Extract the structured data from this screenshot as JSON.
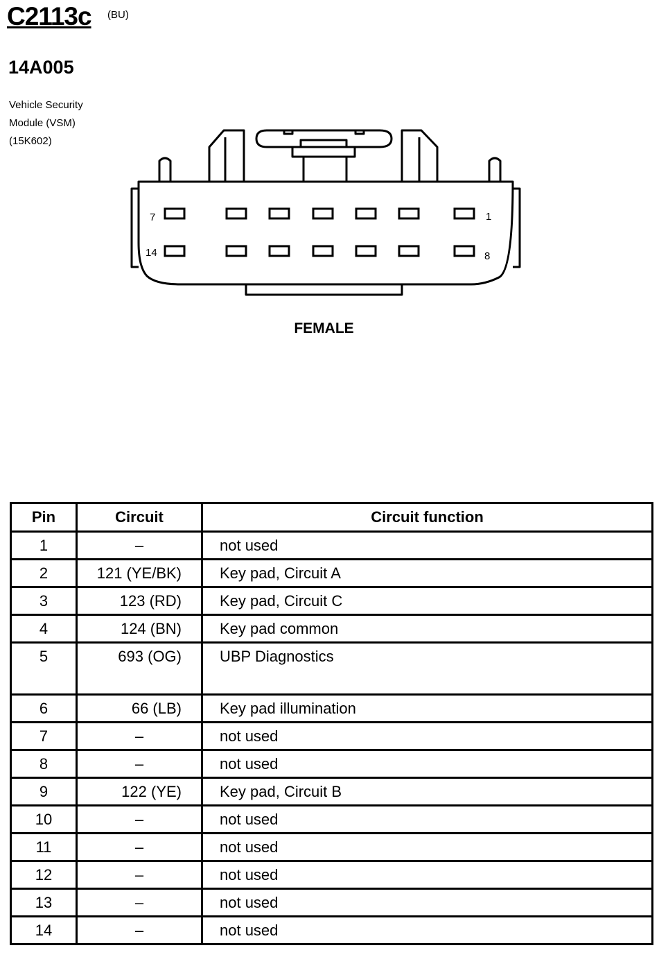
{
  "connector": {
    "id": "C2113c",
    "color_code": "(BU)",
    "part_number": "14A005",
    "description": [
      "Vehicle Security",
      "Module (VSM)",
      "(15K602)"
    ],
    "gender": "FEMALE",
    "pin_labels": {
      "top_left": "7",
      "top_right": "1",
      "bottom_left": "14",
      "bottom_right": "8"
    }
  },
  "table": {
    "headers": {
      "pin": "Pin",
      "circuit": "Circuit",
      "function": "Circuit function"
    },
    "rows": [
      {
        "pin": "1",
        "circuit": "–",
        "function": "not used"
      },
      {
        "pin": "2",
        "circuit": "121 (YE/BK)",
        "function": "Key pad, Circuit A"
      },
      {
        "pin": "3",
        "circuit": "123 (RD)",
        "function": "Key pad, Circuit C"
      },
      {
        "pin": "4",
        "circuit": "124 (BN)",
        "function": "Key pad common"
      },
      {
        "pin": "5",
        "circuit": "693 (OG)",
        "function": "UBP Diagnostics"
      },
      {
        "pin": "6",
        "circuit": "66 (LB)",
        "function": "Key pad illumination"
      },
      {
        "pin": "7",
        "circuit": "–",
        "function": "not used"
      },
      {
        "pin": "8",
        "circuit": "–",
        "function": "not used"
      },
      {
        "pin": "9",
        "circuit": "122 (YE)",
        "function": "Key pad, Circuit B"
      },
      {
        "pin": "10",
        "circuit": "–",
        "function": "not used"
      },
      {
        "pin": "11",
        "circuit": "–",
        "function": "not used"
      },
      {
        "pin": "12",
        "circuit": "–",
        "function": "not used"
      },
      {
        "pin": "13",
        "circuit": "–",
        "function": "not used"
      },
      {
        "pin": "14",
        "circuit": "–",
        "function": "not used"
      }
    ]
  }
}
